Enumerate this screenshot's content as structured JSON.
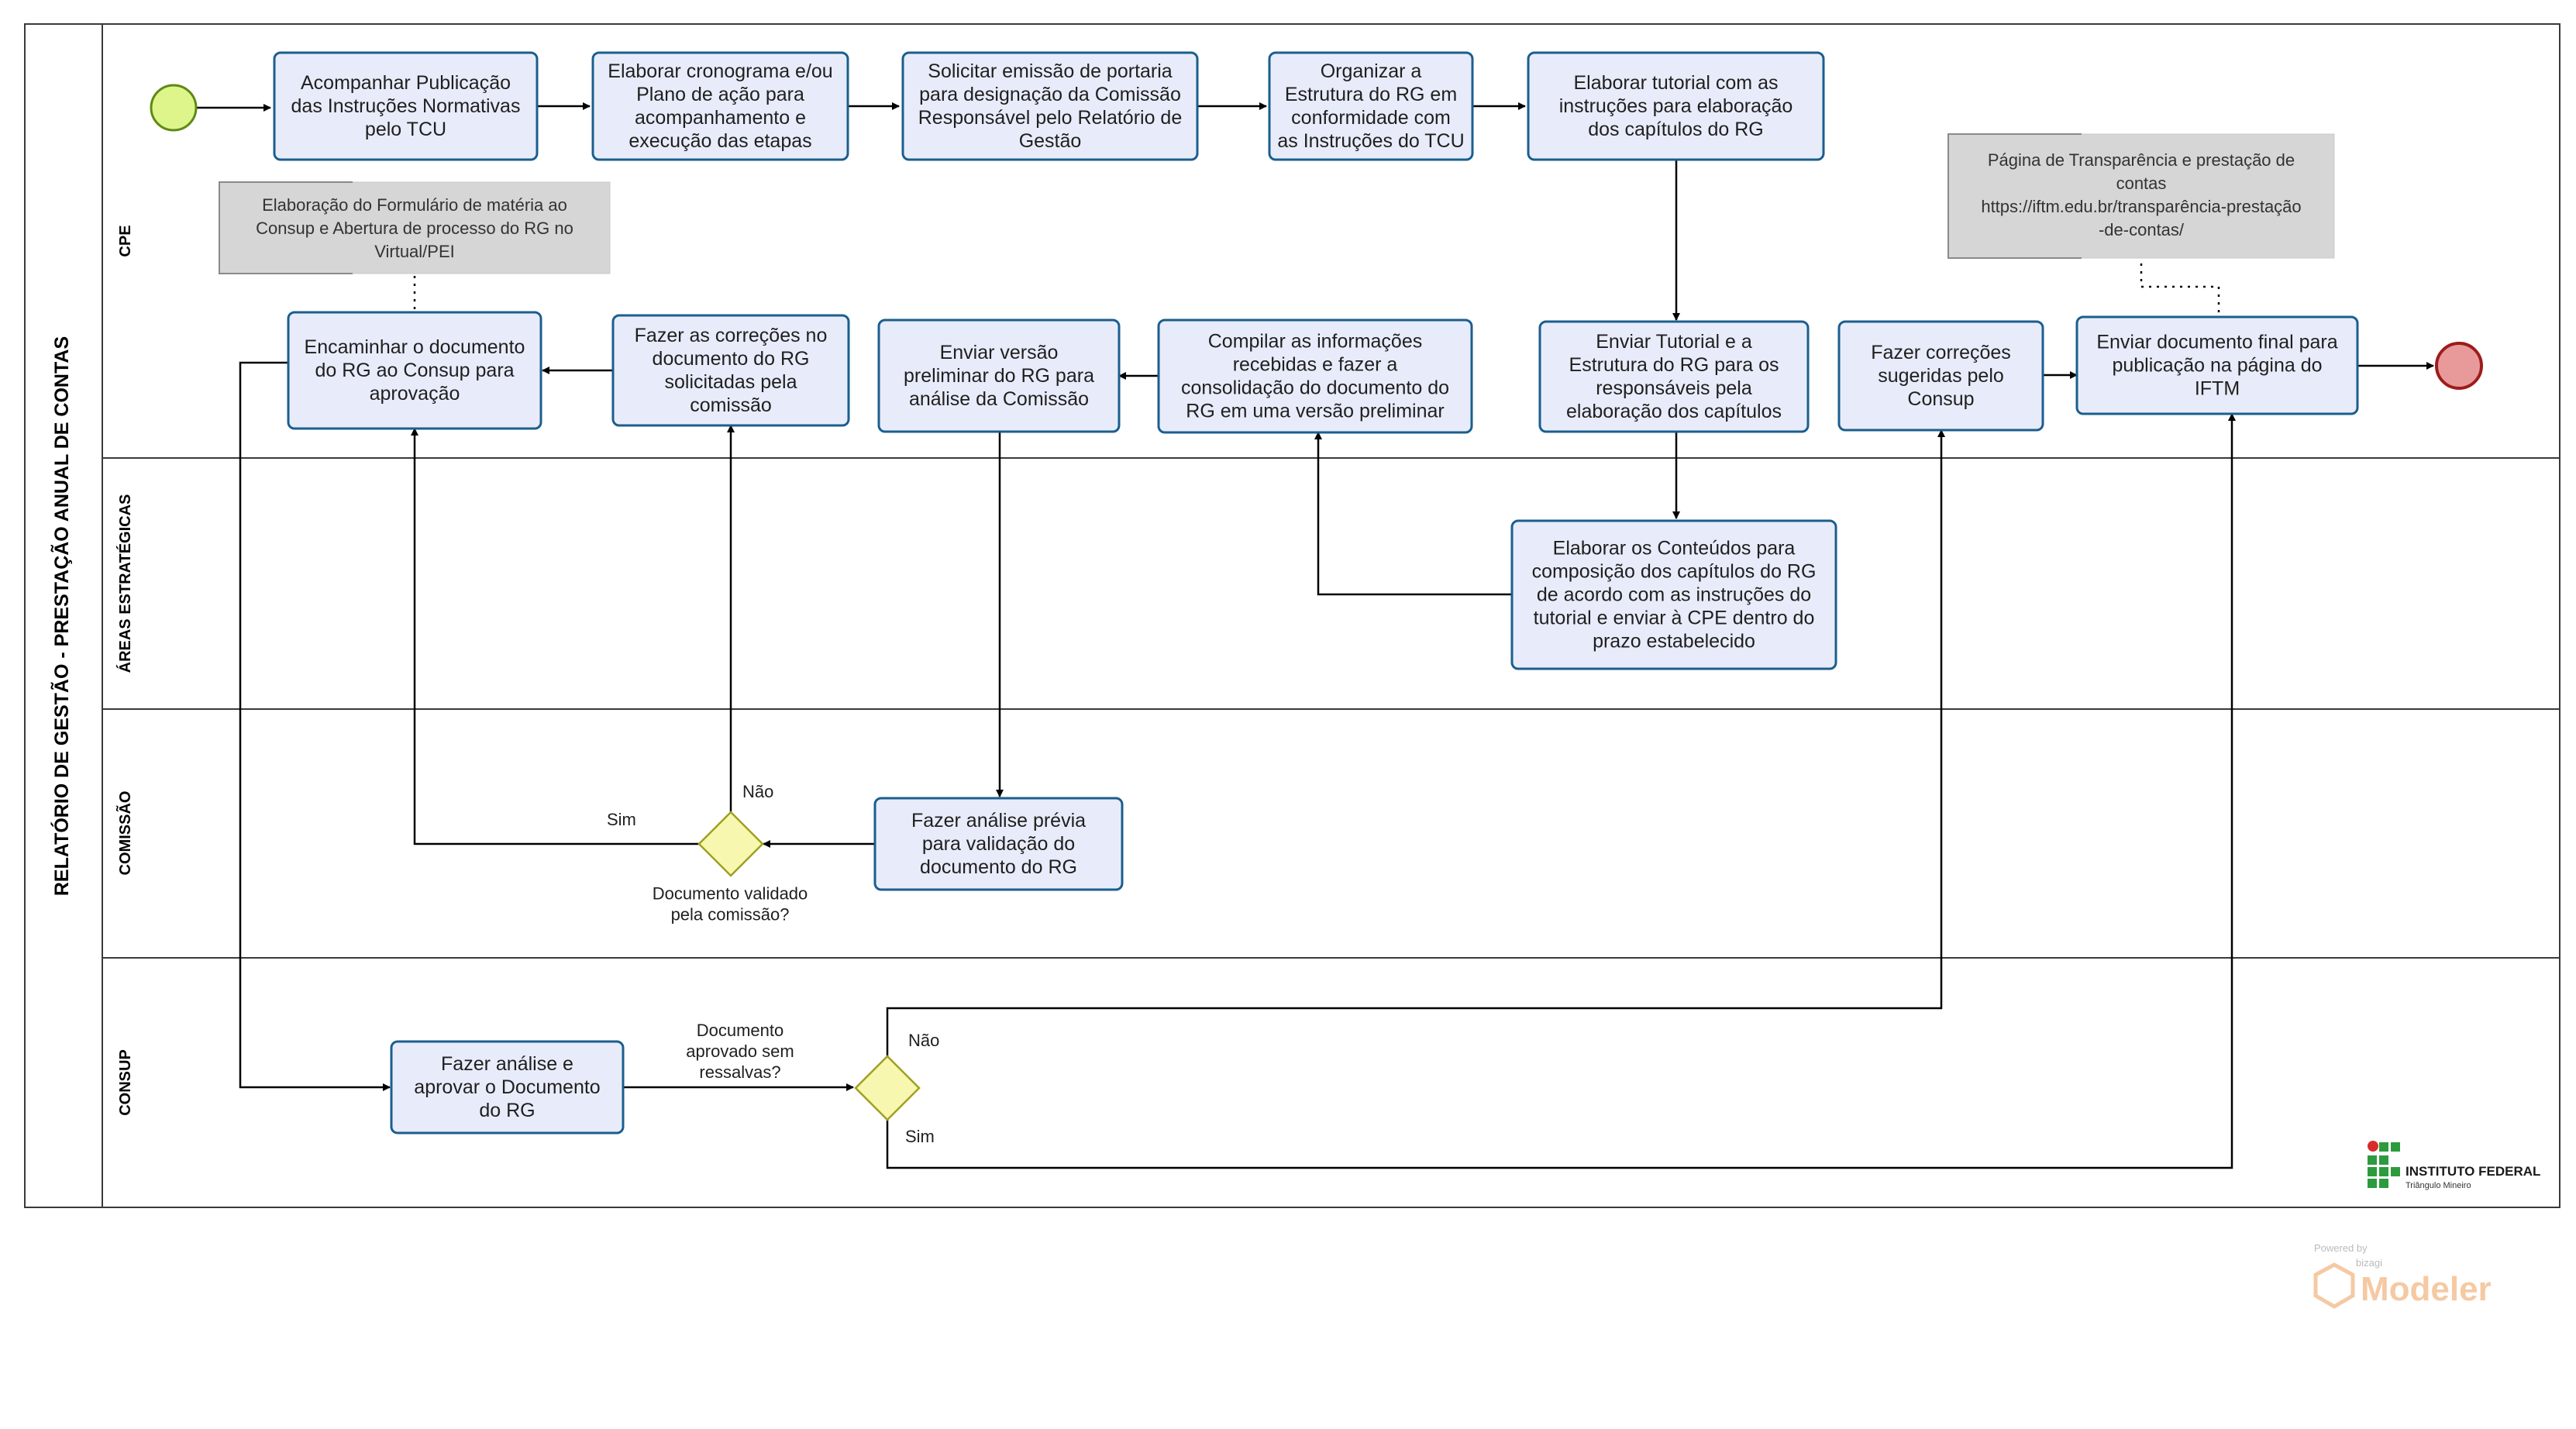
{
  "pool": {
    "title": "RELATÓRIO DE GESTÃO  -  PRESTAÇÃO ANUAL DE CONTAS"
  },
  "lanes": [
    {
      "id": "cpe",
      "label": "CPE"
    },
    {
      "id": "areas",
      "label": "ÁREAS ESTRATÉGICAS"
    },
    {
      "id": "comissao",
      "label": "COMISSÃO"
    },
    {
      "id": "consup",
      "label": "CONSUP"
    }
  ],
  "tasks": {
    "t1": [
      "Acompanhar Publicação",
      "das Instruções Normativas",
      "pelo TCU"
    ],
    "t2": [
      "Elaborar cronograma e/ou",
      "Plano de ação para",
      "acompanhamento e",
      "execução das etapas"
    ],
    "t3": [
      "Solicitar emissão de portaria",
      "para designação da Comissão",
      "Responsável pelo Relatório de",
      "Gestão"
    ],
    "t4": [
      "Organizar a",
      "Estrutura do RG em",
      "conformidade com",
      "as Instruções do TCU"
    ],
    "t5": [
      "Elaborar tutorial com as",
      "instruções para elaboração",
      "dos capítulos do RG"
    ],
    "t6": [
      "Enviar  Tutorial e a",
      "Estrutura do RG para os",
      "responsáveis pela",
      "elaboração dos capítulos"
    ],
    "t7": [
      "Elaborar os Conteúdos para",
      "composição dos capítulos do RG",
      "de acordo com as instruções do",
      "tutorial e enviar à CPE dentro do",
      "prazo estabelecido"
    ],
    "t8": [
      "Compilar as informações",
      "recebidas e fazer a",
      "consolidação do documento do",
      "RG em uma versão preliminar"
    ],
    "t9": [
      "Enviar versão",
      "preliminar do RG para",
      "análise da Comissão"
    ],
    "t10": [
      "Fazer análise prévia",
      "para validação do",
      "documento do RG"
    ],
    "t11": [
      "Fazer as correções no",
      "documento do RG",
      "solicitadas pela",
      "comissão"
    ],
    "t12": [
      "Encaminhar o documento",
      "do RG ao Consup para",
      "aprovação"
    ],
    "t13": [
      "Fazer análise e",
      "aprovar o  Documento",
      "do RG"
    ],
    "t14": [
      "Fazer correções",
      "sugeridas pelo",
      "Consup"
    ],
    "t15": [
      "Enviar documento final para",
      "publicação na página do",
      "IFTM"
    ]
  },
  "annotations": {
    "a1": [
      "Elaboração do Formulário de matéria ao",
      "Consup e Abertura de processo do RG no",
      "Virtual/PEI"
    ],
    "a2": [
      "Página de Transparência e prestação de",
      "contas",
      "https://iftm.edu.br/transparência-prestação",
      "-de-contas/"
    ]
  },
  "gateways": {
    "g1": {
      "question": [
        "Documento validado",
        "pela comissão?"
      ],
      "yes": "Sim",
      "no": "Não"
    },
    "g2": {
      "question": [
        "Documento",
        "aprovado sem",
        "ressalvas?"
      ],
      "yes": "Sim",
      "no": "Não"
    }
  },
  "logo": {
    "name": "INSTITUTO FEDERAL",
    "campus": "Triângulo Mineiro"
  },
  "watermark": {
    "powered": "Powered by",
    "brand": "bizagi",
    "product": "Modeler"
  },
  "colors": {
    "task_fill": "#e8ecfa",
    "task_stroke": "#1b5e8e",
    "start_fill": "#ddf58a",
    "start_stroke": "#5e8a14",
    "end_fill": "#e89a9a",
    "end_stroke": "#9e1c1c",
    "gateway_fill": "#f7f7b0",
    "gateway_stroke": "#a0a020",
    "annotation_fill": "#d6d6d6",
    "logo_green": "#2d9a3e",
    "logo_red": "#d92b2b"
  }
}
